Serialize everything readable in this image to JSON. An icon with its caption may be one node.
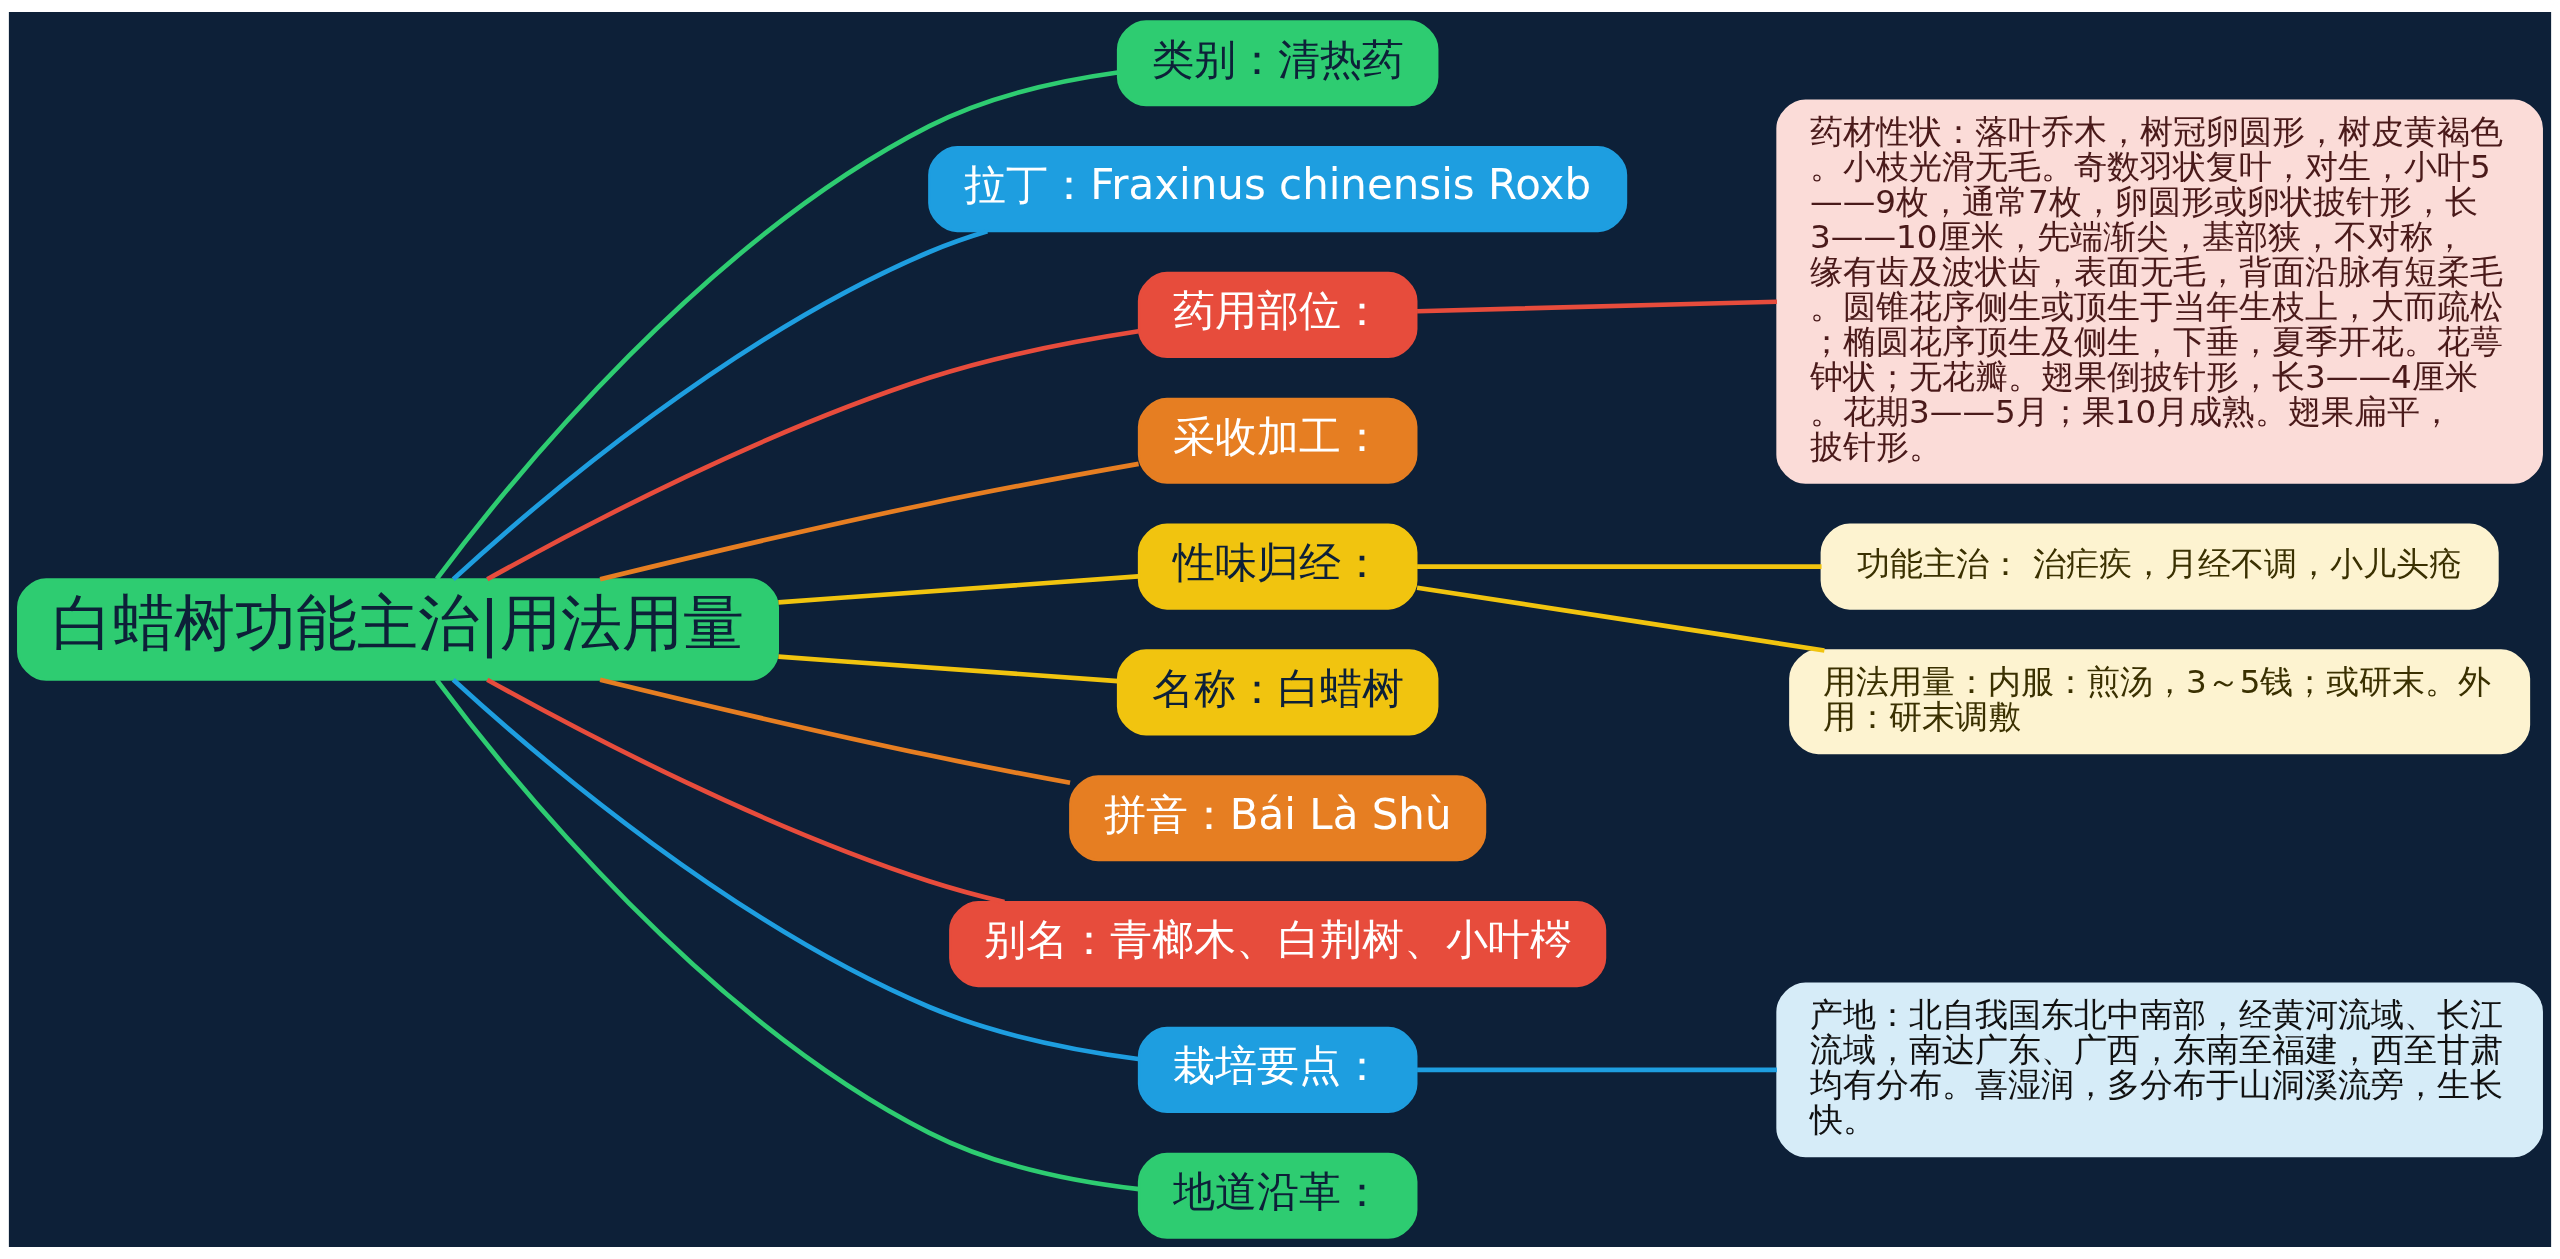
{
  "diagram": {
    "nodes": [
      {
        "text": [
          "白蜡树功能主治|用法用量"
        ]
      },
      {
        "text": [
          "类别：清热药"
        ]
      },
      {
        "text": [
          "拉丁：Fraxinus chinensis Roxb"
        ]
      },
      {
        "text": [
          "药用部位："
        ]
      },
      {
        "text": [
          "药材性状：落叶乔木，树冠卵圆形，树皮黄褐色。小枝光滑无毛。奇数羽状复叶，对生，小叶5——9枚，通常7枚，卵圆形或卵状披针形，长3——10厘米，先端渐尖，基部狭，不对称，缘有齿及波状齿，表面无毛，背面沿脉有短柔毛。圆锥花序侧生或顶生于当年生枝上，大而疏松；椭圆花序顶生及侧生，下垂，夏季开花。花萼钟状；无花瓣。翅果倒披针形，长3——4厘米。花期3——5月；果10月成熟。翅果扁平，披针形。"
        ]
      },
      {
        "text": [
          "采收加工："
        ]
      },
      {
        "text": [
          "性味归经："
        ]
      },
      {
        "text": [
          "功能主治： 治疟疾，月经不调，小儿头疮"
        ]
      },
      {
        "text": [
          "用法用量：内服：煎汤，3～5钱；或研末。外用：研末调敷"
        ]
      },
      {
        "text": [
          "名称：白蜡树"
        ]
      },
      {
        "text": [
          "拼音：Bái Là Shù"
        ]
      },
      {
        "text": [
          "别名：青榔木、白荆树、小叶梣"
        ]
      },
      {
        "text": [
          "栽培要点："
        ]
      },
      {
        "text": [
          "产地：北自我国东北中南部，经黄河流域、长江流域，南达广东、广西，东南至福建，西至甘肃均有分布。喜湿润，多分布于山洞溪流旁，生长快。"
        ]
      },
      {
        "text": [
          "地道沿革："
        ]
      }
    ],
    "edges": [
      {
        "from": 0,
        "to": 1,
        "arrow": "none",
        "color": "#2ecc71"
      },
      {
        "from": 0,
        "to": 2,
        "arrow": "none",
        "color": "#1e9ee0"
      },
      {
        "from": 0,
        "to": 3,
        "arrow": "none",
        "color": "#e74c3c"
      },
      {
        "from": 3,
        "to": 4,
        "arrow": "none",
        "color": "#e74c3c"
      },
      {
        "from": 0,
        "to": 5,
        "arrow": "none",
        "color": "#e67e22"
      },
      {
        "from": 0,
        "to": 6,
        "arrow": "none",
        "color": "#f1c40f"
      },
      {
        "from": 6,
        "to": 7,
        "arrow": "none",
        "color": "#f1c40f"
      },
      {
        "from": 6,
        "to": 8,
        "arrow": "none",
        "color": "#f1c40f"
      },
      {
        "from": 0,
        "to": 9,
        "arrow": "none",
        "color": "#f1c40f"
      },
      {
        "from": 0,
        "to": 10,
        "arrow": "none",
        "color": "#e67e22"
      },
      {
        "from": 0,
        "to": 11,
        "arrow": "none",
        "color": "#e74c3c"
      },
      {
        "from": 0,
        "to": 12,
        "arrow": "none",
        "color": "#1e9ee0"
      },
      {
        "from": 12,
        "to": 13,
        "arrow": "none",
        "color": "#1e9ee0"
      },
      {
        "from": 0,
        "to": 14,
        "arrow": "none",
        "color": "#2ecc71"
      }
    ]
  }
}
